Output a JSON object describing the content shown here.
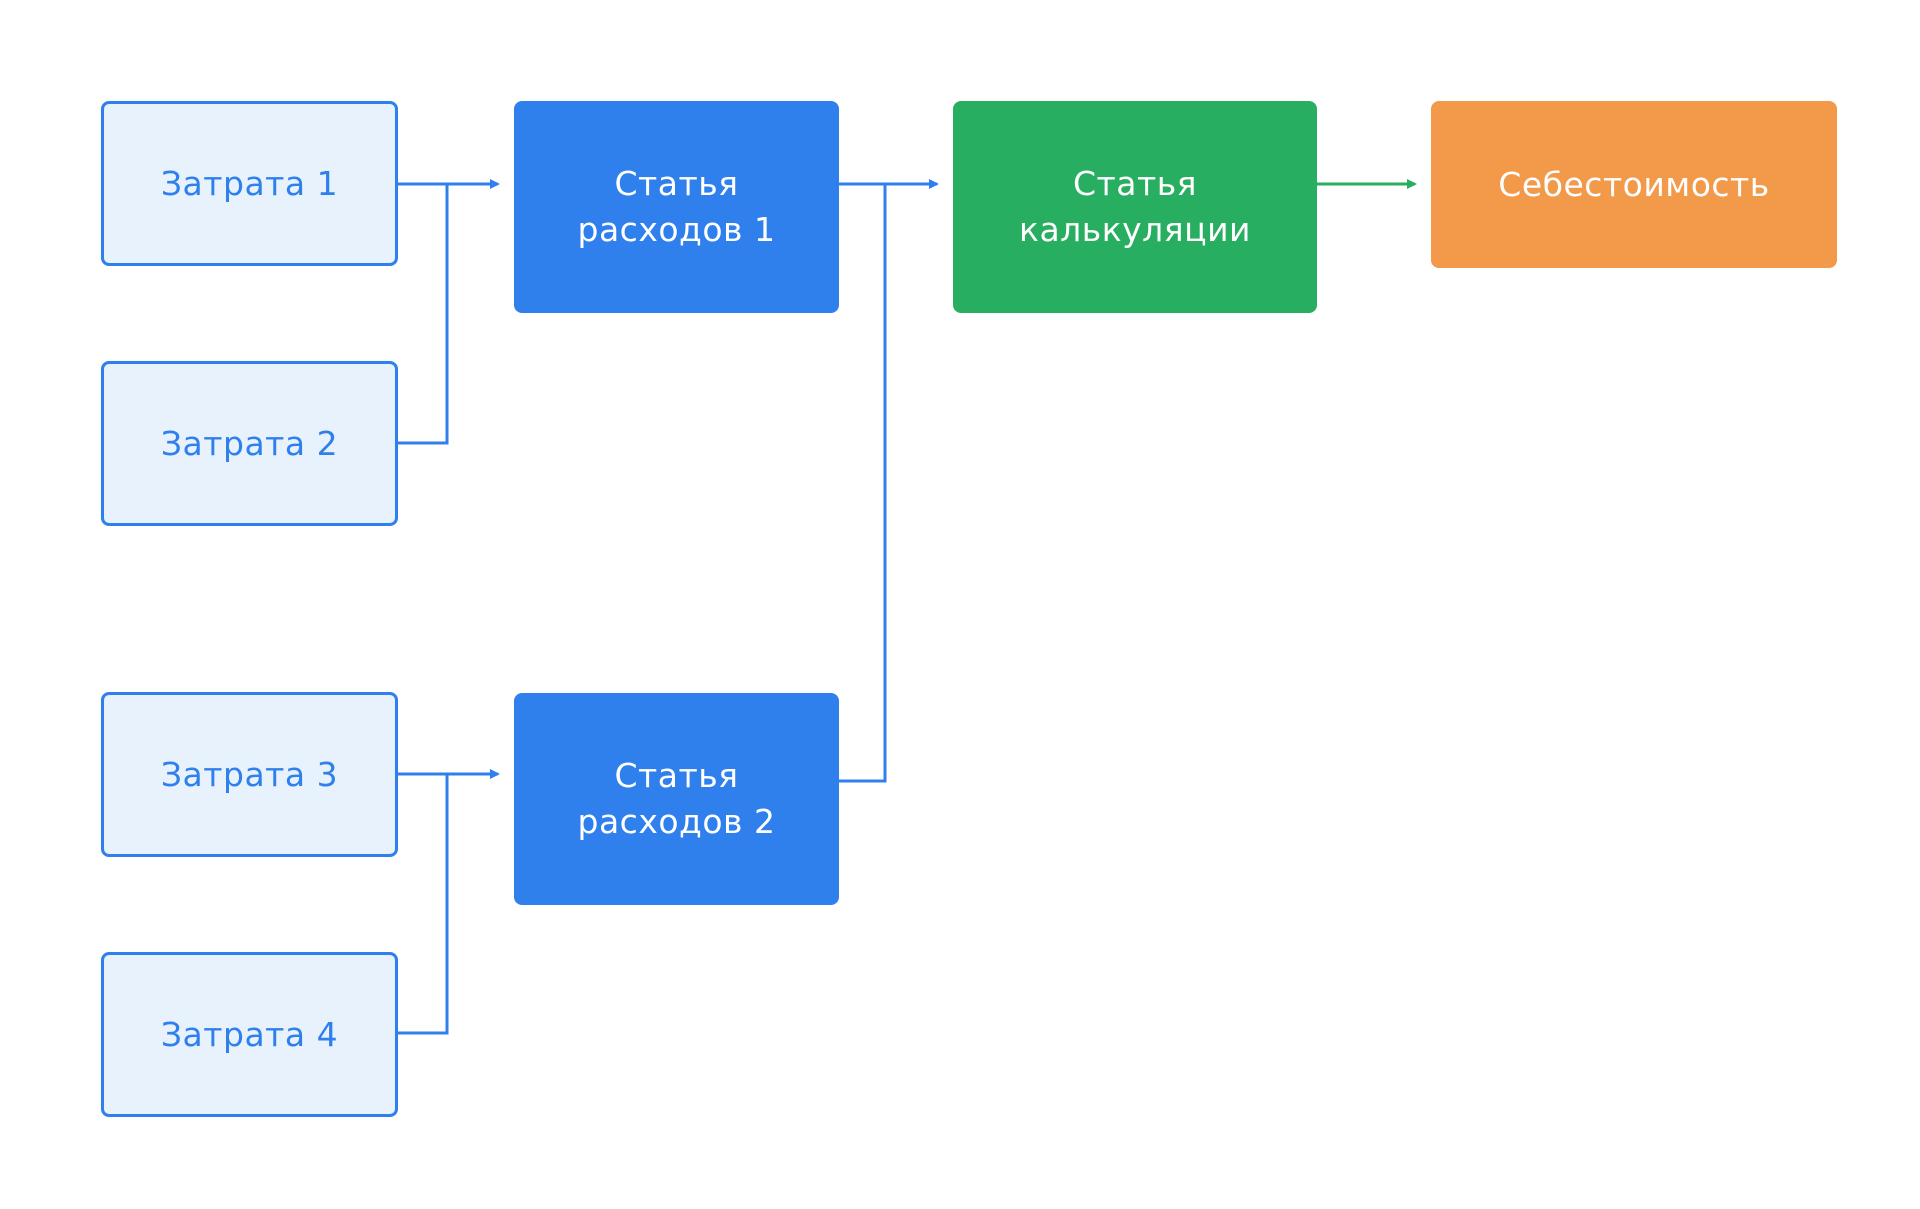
{
  "colors": {
    "cost_fill": "#e8f2fd",
    "cost_stroke": "#2f80ed",
    "expense_fill": "#2f80ed",
    "calc_fill": "#27ae60",
    "result_fill": "#f2994a",
    "link_blue": "#2f80ed",
    "link_green": "#27ae60"
  },
  "nodes": {
    "cost_1": "Затрата 1",
    "cost_2": "Затрата 2",
    "cost_3": "Затрата 3",
    "cost_4": "Затрата 4",
    "expense_1": "Статья\nрасходов 1",
    "expense_2": "Статья\nрасходов 2",
    "calculation": "Статья\nкалькуляции",
    "result": "Себестоимость"
  }
}
